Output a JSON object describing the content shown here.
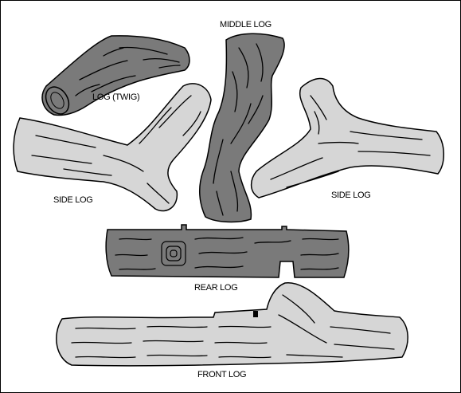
{
  "labels": {
    "twig": "LOG (TWIG)",
    "middle": "MIDDLE LOG",
    "side_left": "SIDE LOG",
    "side_right": "SIDE LOG",
    "rear": "REAR LOG",
    "front": "FRONT LOG"
  },
  "colors": {
    "dark_log": "#7a7a7a",
    "light_log": "#d6d6d6",
    "outline": "#000000",
    "background": "#ffffff"
  }
}
